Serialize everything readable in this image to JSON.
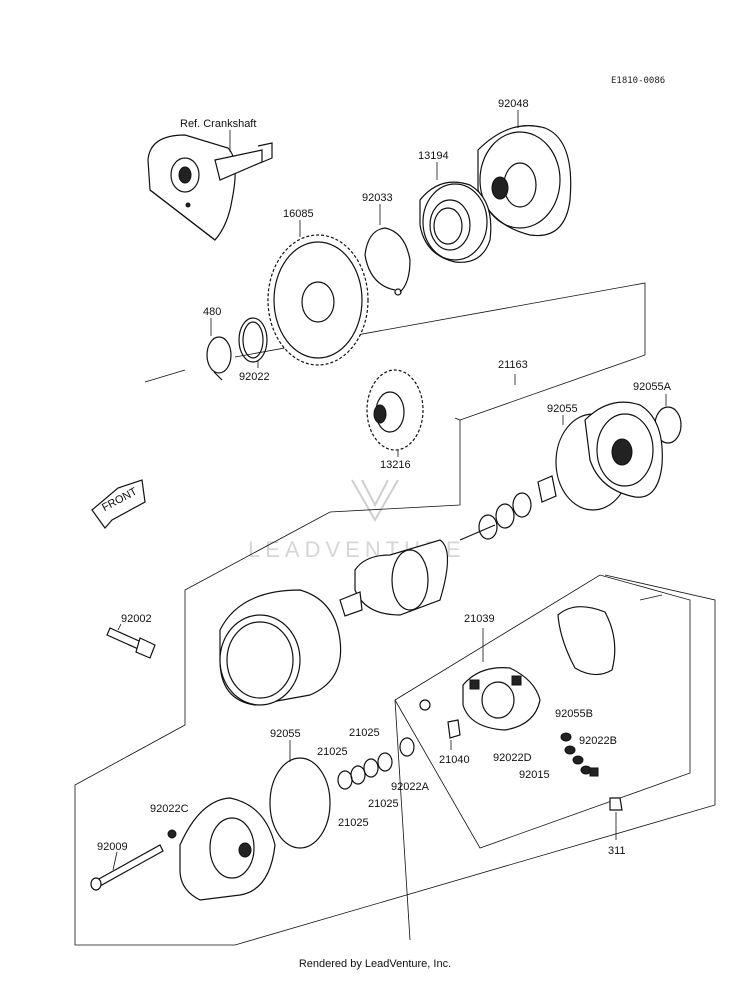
{
  "diagram_code": "E1810-0086",
  "footer": "Rendered by LeadVenture, Inc.",
  "watermark": "LEADVENTURE",
  "front_label": "FRONT",
  "labels": {
    "ref_crankshaft": "Ref. Crankshaft",
    "p92048": "92048",
    "p13194": "13194",
    "p16085": "16085",
    "p92033": "92033",
    "p480": "480",
    "p92022_top": "92022",
    "p21163": "21163",
    "p92055A": "92055A",
    "p92055_upper": "92055",
    "p13216": "13216",
    "p92002": "92002",
    "p21039": "21039",
    "p92055B": "92055B",
    "p92022B": "92022B",
    "p92022D": "92022D",
    "p92015": "92015",
    "p21040": "21040",
    "p311": "311",
    "p92055_lower": "92055",
    "p21025_a": "21025",
    "p21025_b": "21025",
    "p21025_c": "21025",
    "p21025_d": "21025",
    "p92022A": "92022A",
    "p92022C": "92022C",
    "p92009": "92009"
  }
}
